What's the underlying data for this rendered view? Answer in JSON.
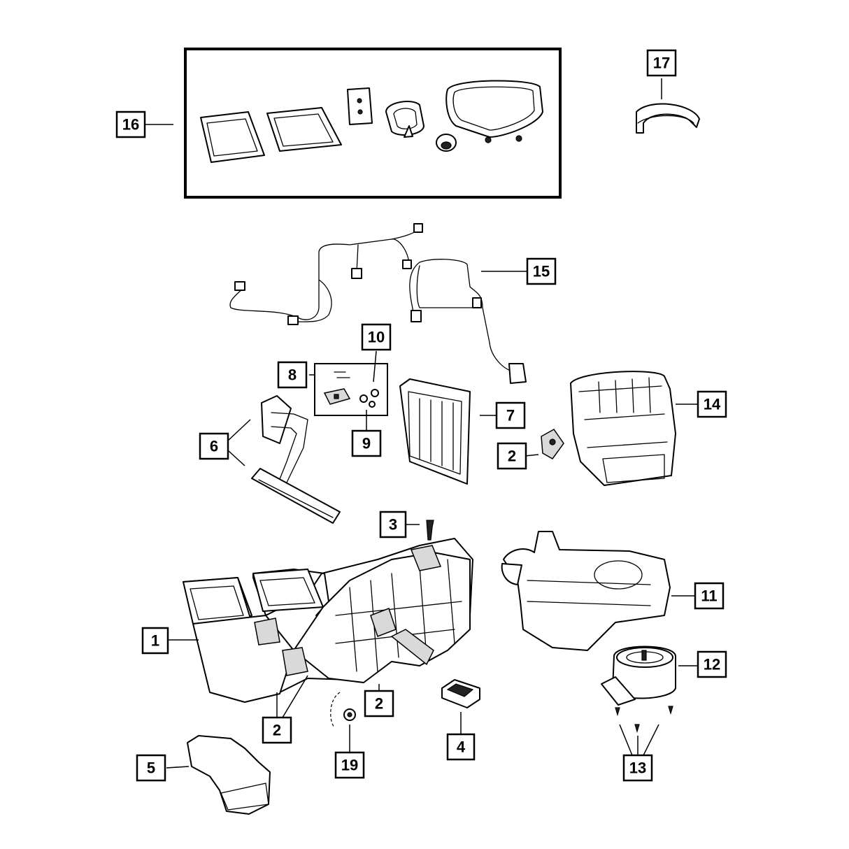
{
  "callouts": {
    "c1": "1",
    "c2a": "2",
    "c2b": "2",
    "c2c": "2",
    "c3": "3",
    "c4": "4",
    "c5": "5",
    "c6": "6",
    "c7": "7",
    "c8": "8",
    "c9": "9",
    "c10": "10",
    "c11": "11",
    "c12": "12",
    "c13": "13",
    "c14": "14",
    "c15": "15",
    "c16": "16",
    "c17": "17",
    "c19": "19"
  }
}
